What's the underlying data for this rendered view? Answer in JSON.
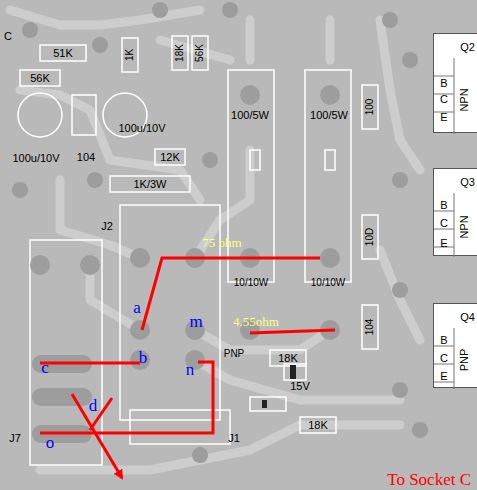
{
  "diagram": {
    "nodes": [
      {
        "text": [
          "Q2",
          "B",
          "C",
          "E",
          "NPN"
        ]
      },
      {
        "text": [
          "Q3",
          "NPN",
          "B",
          "C",
          "E"
        ]
      },
      {
        "text": [
          "Q4",
          "PNP",
          "B",
          "C",
          "E"
        ]
      }
    ],
    "labels": [
      "C",
      "51K",
      "1K",
      "18K",
      "56K",
      "56K",
      "100u/10V",
      "104",
      "100u/10V",
      "12K",
      "1K/3W",
      "100/5W",
      "100/5W",
      "100",
      "10D",
      "J2",
      "75 ohm",
      "10/10W",
      "10/10W",
      "a",
      "m",
      "4.55ohm",
      "104",
      "b",
      "c",
      "n",
      "PNP",
      "18K",
      "15V",
      "d",
      "J7",
      "o",
      "J1",
      "18K",
      "To Socket C"
    ]
  }
}
